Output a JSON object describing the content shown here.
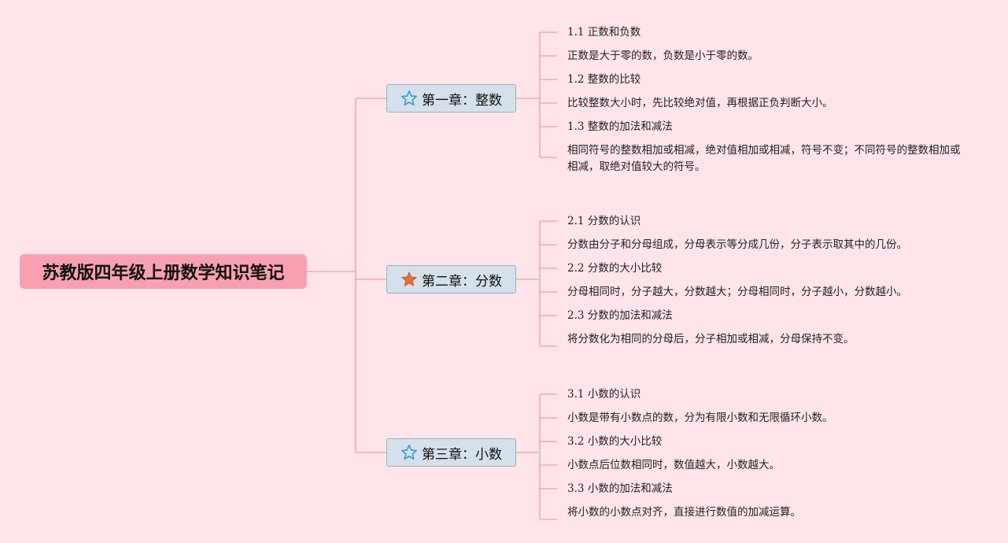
{
  "root": {
    "title": "苏教版四年级上册数学知识笔记"
  },
  "chapters": [
    {
      "title": "第一章：整数",
      "icon": "star-outline-icon",
      "icon_color": "#3b9be0",
      "items": [
        "1.1 正数和负数",
        "正数是大于零的数，负数是小于零的数。",
        "1.2 整数的比较",
        "比较整数大小时，先比较绝对值，再根据正负判断大小。",
        "1.3 整数的加法和减法",
        "相同符号的整数相加或相减，绝对值相加或相减，符号不变；不同符号的整数相加或相减，取绝对值较大的符号。"
      ]
    },
    {
      "title": "第二章：分数",
      "icon": "star-filled-icon",
      "icon_color": "#e0703a",
      "items": [
        "2.1 分数的认识",
        "分数由分子和分母组成，分母表示等分成几份，分子表示取其中的几份。",
        "2.2 分数的大小比较",
        "分母相同时，分子越大，分数越大；分母相同时，分子越小，分数越小。",
        "2.3 分数的加法和减法",
        "将分数化为相同的分母后，分子相加或相减，分母保持不变。"
      ]
    },
    {
      "title": "第三章：小数",
      "icon": "star-outline-icon",
      "icon_color": "#3b9be0",
      "items": [
        "3.1 小数的认识",
        "小数是带有小数点的数，分为有限小数和无限循环小数。",
        "3.2 小数的大小比较",
        "小数点后位数相同时，数值越大，小数越大。",
        "3.3 小数的加法和减法",
        "将小数的小数点对齐，直接进行数值的加减运算。"
      ]
    }
  ],
  "colors": {
    "background": "#ffe4ea",
    "root_fill": "#f8a0b2",
    "connector": "#f4a6b8",
    "chapter_fill": "#d4e0ea",
    "chapter_border": "#9bb0c0"
  }
}
